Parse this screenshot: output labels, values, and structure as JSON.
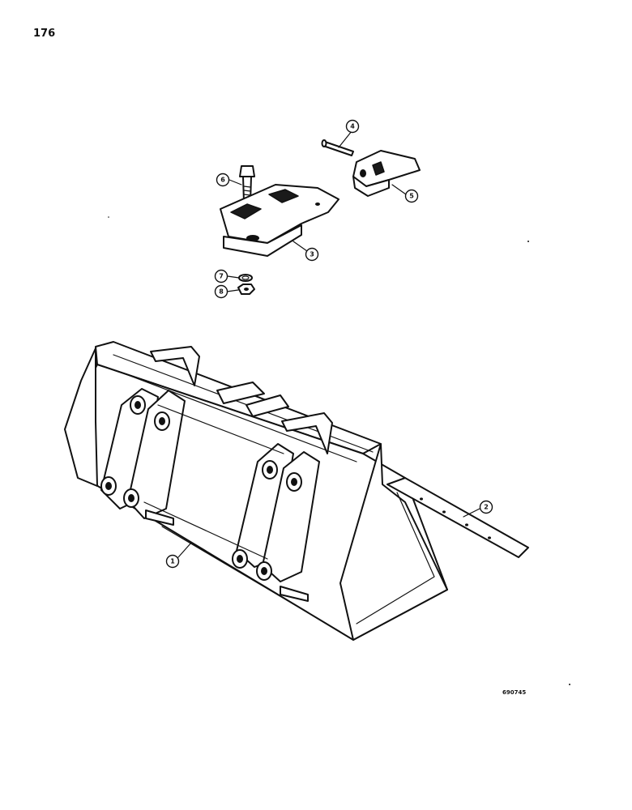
{
  "page_number": "176",
  "figure_code": "690745",
  "callouts": [
    {
      "number": "1"
    },
    {
      "number": "2"
    },
    {
      "number": "3"
    },
    {
      "number": "4"
    },
    {
      "number": "5"
    },
    {
      "number": "6"
    },
    {
      "number": "7"
    },
    {
      "number": "8"
    }
  ]
}
